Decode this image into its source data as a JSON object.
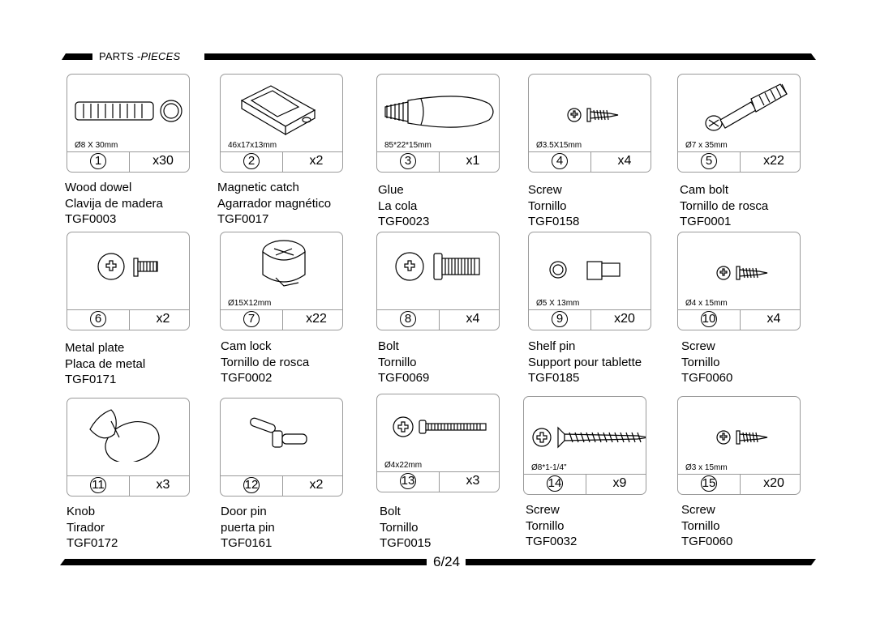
{
  "header": {
    "title_plain": "PARTS -",
    "title_italic": "PIECES"
  },
  "page": {
    "number": "6/24"
  },
  "parts": [
    {
      "no": "1",
      "qty": "x30",
      "dim": "Ø8 X 30mm",
      "name_en": "Wood dowel",
      "name_es": "Clavija de madera",
      "code": "TGF0003",
      "icon": "wood-dowel-icon"
    },
    {
      "no": "2",
      "qty": "x2",
      "dim": "46x17x13mm",
      "name_en": "Magnetic catch",
      "name_es": "Agarrador magnético",
      "code": "TGF0017",
      "icon": "magnetic-catch-icon"
    },
    {
      "no": "3",
      "qty": "x1",
      "dim": "85*22*15mm",
      "name_en": "Glue",
      "name_es": "La cola",
      "code": "TGF0023",
      "icon": "glue-bottle-icon"
    },
    {
      "no": "4",
      "qty": "x4",
      "dim": "Ø3.5X15mm",
      "name_en": "Screw",
      "name_es": "Tornillo",
      "code": "TGF0158",
      "icon": "screw-icon"
    },
    {
      "no": "5",
      "qty": "x22",
      "dim": "Ø7 x 35mm",
      "name_en": "Cam bolt",
      "name_es": "Tornillo de rosca",
      "code": "TGF0001",
      "icon": "cam-bolt-icon"
    },
    {
      "no": "6",
      "qty": "x2",
      "dim": "",
      "name_en": "Metal plate",
      "name_es": "Placa de metal",
      "code": "TGF0171",
      "icon": "metal-plate-screw-icon"
    },
    {
      "no": "7",
      "qty": "x22",
      "dim": "Ø15X12mm",
      "name_en": "Cam lock",
      "name_es": "Tornillo de rosca",
      "code": "TGF0002",
      "icon": "cam-lock-icon"
    },
    {
      "no": "8",
      "qty": "x4",
      "dim": "",
      "name_en": "Bolt",
      "name_es": "Tornillo",
      "code": "TGF0069",
      "icon": "bolt-icon"
    },
    {
      "no": "9",
      "qty": "x20",
      "dim": "Ø5 X 13mm",
      "name_en": "Shelf pin",
      "name_es": "Support pour tablette",
      "code": "TGF0185",
      "icon": "shelf-pin-icon"
    },
    {
      "no": "10",
      "qty": "x4",
      "dim": "Ø4 x 15mm",
      "name_en": "Screw",
      "name_es": "Tornillo",
      "code": "TGF0060",
      "icon": "screw-icon"
    },
    {
      "no": "11",
      "qty": "x3",
      "dim": "",
      "name_en": "Knob",
      "name_es": "Tirador",
      "code": "TGF0172",
      "icon": "knob-icon"
    },
    {
      "no": "12",
      "qty": "x2",
      "dim": "",
      "name_en": "Door pin",
      "name_es": "puerta pin",
      "code": "TGF0161",
      "icon": "door-pin-icon"
    },
    {
      "no": "13",
      "qty": "x3",
      "dim": "Ø4x22mm",
      "name_en": "Bolt",
      "name_es": "Tornillo",
      "code": "TGF0015",
      "icon": "long-bolt-icon"
    },
    {
      "no": "14",
      "qty": "x9",
      "dim": "Ø8*1-1/4\"",
      "name_en": "Screw",
      "name_es": "Tornillo",
      "code": "TGF0032",
      "icon": "wood-screw-icon"
    },
    {
      "no": "15",
      "qty": "x20",
      "dim": "Ø3 x 15mm",
      "name_en": "Screw",
      "name_es": "Tornillo",
      "code": "TGF0060",
      "icon": "screw-icon"
    }
  ]
}
